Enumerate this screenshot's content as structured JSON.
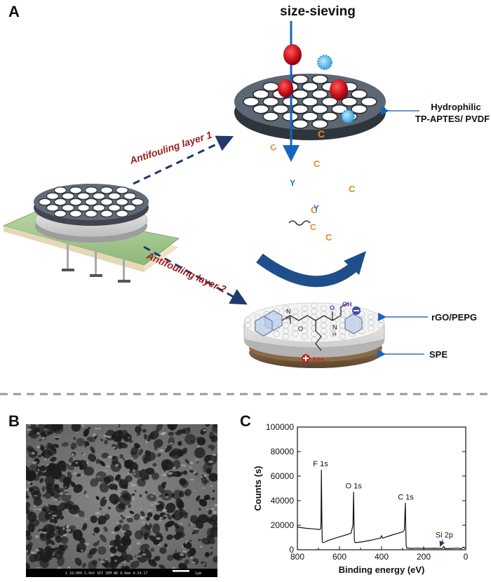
{
  "panel_a": {
    "letter": "A",
    "title": "size-sieving",
    "layer1": "Antifouling layer 1",
    "layer2": "Antifouling layer 2",
    "membrane_label_line1": "Hydrophilic",
    "membrane_label_line2": "TP-APTES/ PVDF",
    "rgo_label": "rGO/PEPG",
    "spe_label": "SPE",
    "chem_oh": "OH",
    "chem_o": "O",
    "chem_nh": "N",
    "chem_h": "H",
    "chem_nh2": "NH",
    "chem_sub2": "2",
    "protein_glyph": "C",
    "antibody_glyph": "Y",
    "colors": {
      "cell": "#c8101a",
      "virus": "#2a9bd6",
      "protein": "#e0892b",
      "antibody": "#1d6fd0",
      "arrow": "#1f4f8a"
    }
  },
  "panel_b": {
    "letter": "B",
    "sem_bar_text": "X 10,000    5.0kV  SEI     SEM      WD 8.6mm  4:24:17",
    "scale_label": "1μm"
  },
  "panel_c": {
    "letter": "C"
  },
  "chart_data": {
    "type": "line",
    "title": "",
    "xlabel": "Binding energy (eV)",
    "ylabel": "Counts (s)",
    "xlim": [
      800,
      0
    ],
    "ylim": [
      0,
      100000
    ],
    "xticks": [
      800,
      600,
      400,
      200,
      0
    ],
    "yticks": [
      0,
      20000,
      40000,
      60000,
      80000,
      100000
    ],
    "ytick_labels": [
      "0",
      "20000",
      "40000",
      "60000",
      "80000",
      "100000"
    ],
    "series": [
      {
        "x": [
          800,
          760,
          720,
          700,
          690,
          688,
          686,
          684,
          682,
          678,
          670,
          650,
          620,
          600,
          570,
          545,
          536,
          533,
          531,
          529,
          525,
          500,
          450,
          420,
          405,
          400,
          395,
          350,
          300,
          292,
          287,
          285,
          283,
          280,
          275,
          260,
          230,
          200,
          150,
          110,
          104,
          101,
          98,
          80,
          40,
          20,
          10,
          0
        ],
        "y": [
          18500,
          17500,
          17000,
          16500,
          16800,
          20000,
          65000,
          30000,
          6500,
          5800,
          6300,
          7800,
          9500,
          10500,
          12000,
          13500,
          20000,
          47000,
          22000,
          7000,
          5800,
          6200,
          7800,
          9000,
          9500,
          11500,
          9500,
          12000,
          14500,
          16000,
          38000,
          18000,
          3000,
          1300,
          1400,
          1100,
          1300,
          1100,
          1200,
          1100,
          2800,
          1500,
          1000,
          900,
          1300,
          900,
          2200,
          800
        ]
      }
    ],
    "annotations": [
      {
        "text": "F 1s",
        "x": 690,
        "y": 68000
      },
      {
        "text": "O 1s",
        "x": 533,
        "y": 50000
      },
      {
        "text": "C 1s",
        "x": 285,
        "y": 41000
      },
      {
        "text": "Si 2p",
        "x": 102,
        "y": 10000
      }
    ]
  }
}
